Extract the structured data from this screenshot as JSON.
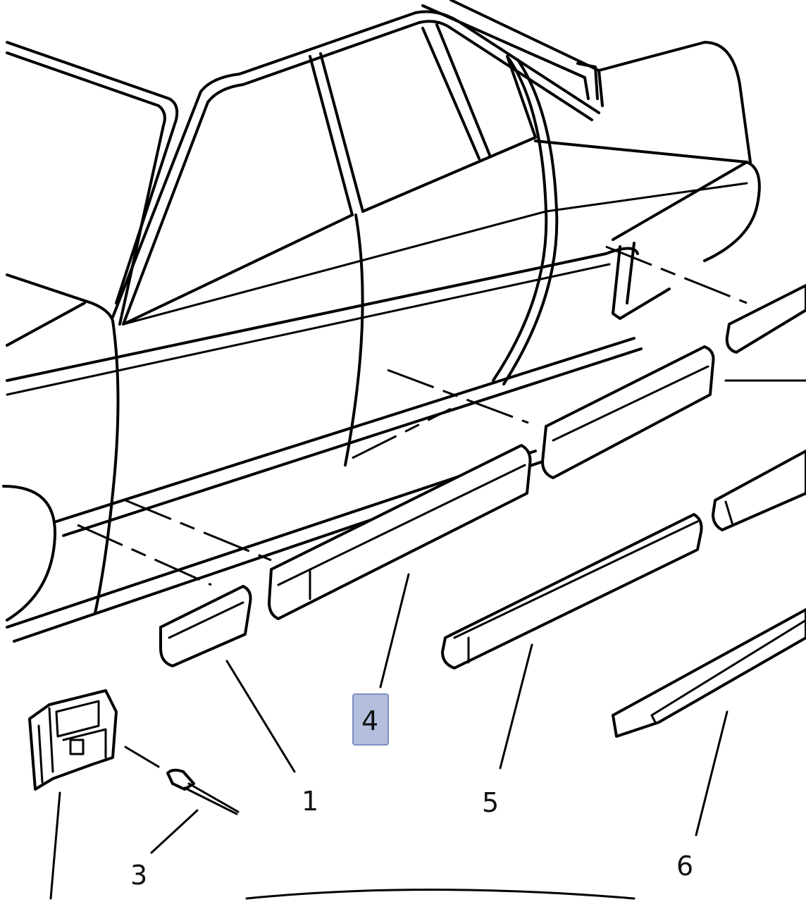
{
  "callouts": [
    {
      "id": "1",
      "label": "1",
      "highlighted": false
    },
    {
      "id": "3",
      "label": "3",
      "highlighted": false
    },
    {
      "id": "4",
      "label": "4",
      "highlighted": true
    },
    {
      "id": "5",
      "label": "5",
      "highlighted": false
    },
    {
      "id": "6",
      "label": "6",
      "highlighted": false
    }
  ],
  "colors": {
    "line": "#000000",
    "highlight_fill": "#b3bfdd",
    "highlight_border": "#7f8fc4",
    "background": "#ffffff"
  }
}
